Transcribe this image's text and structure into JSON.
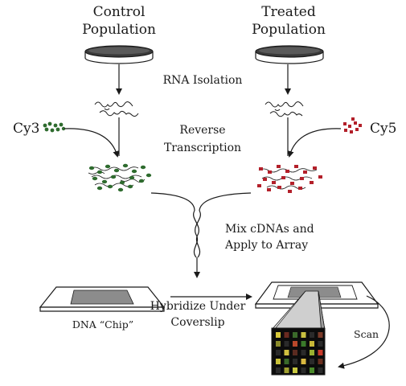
{
  "labels": {
    "control_line1": "Control",
    "control_line2": "Population",
    "treated_line1": "Treated",
    "treated_line2": "Population",
    "rna_isolation": "RNA Isolation",
    "cy3": "Cy3",
    "cy5": "Cy5",
    "reverse": "Reverse",
    "transcription": "Transcription",
    "mix_line1": "Mix cDNAs and",
    "mix_line2": "Apply to Array",
    "dna_chip": "DNA “Chip”",
    "hybridize_line1": "Hybridize Under",
    "hybridize_line2": "Coverslip",
    "scan": "Scan"
  },
  "colors": {
    "cy3_dye": "#2e6b2e",
    "cy5_dye": "#b3202a",
    "dish_dark": "#3a3a3a",
    "chip_area": "#8c8c8c",
    "scan_panel": "#0c0c0c"
  },
  "scan_spots": [
    "#d8c83a",
    "#6a2a20",
    "#3a6a2a",
    "#c8c040",
    "#2a2a2a",
    "#7a3a28",
    "#8a8a2a",
    "#2a2a2a",
    "#b8482a",
    "#3a7a2a",
    "#c8b838",
    "#2a2a2a",
    "#2a2a2a",
    "#d0c040",
    "#5a2a20",
    "#2a2a2a",
    "#9ab030",
    "#c83a2a",
    "#c8c038",
    "#3a6a2a",
    "#2a2a2a",
    "#d8b840",
    "#2a2a2a",
    "#6a3020",
    "#2a2a2a",
    "#a0a030",
    "#c8c840",
    "#2a2a2a",
    "#4a8a2a",
    "#2a2a2a"
  ]
}
